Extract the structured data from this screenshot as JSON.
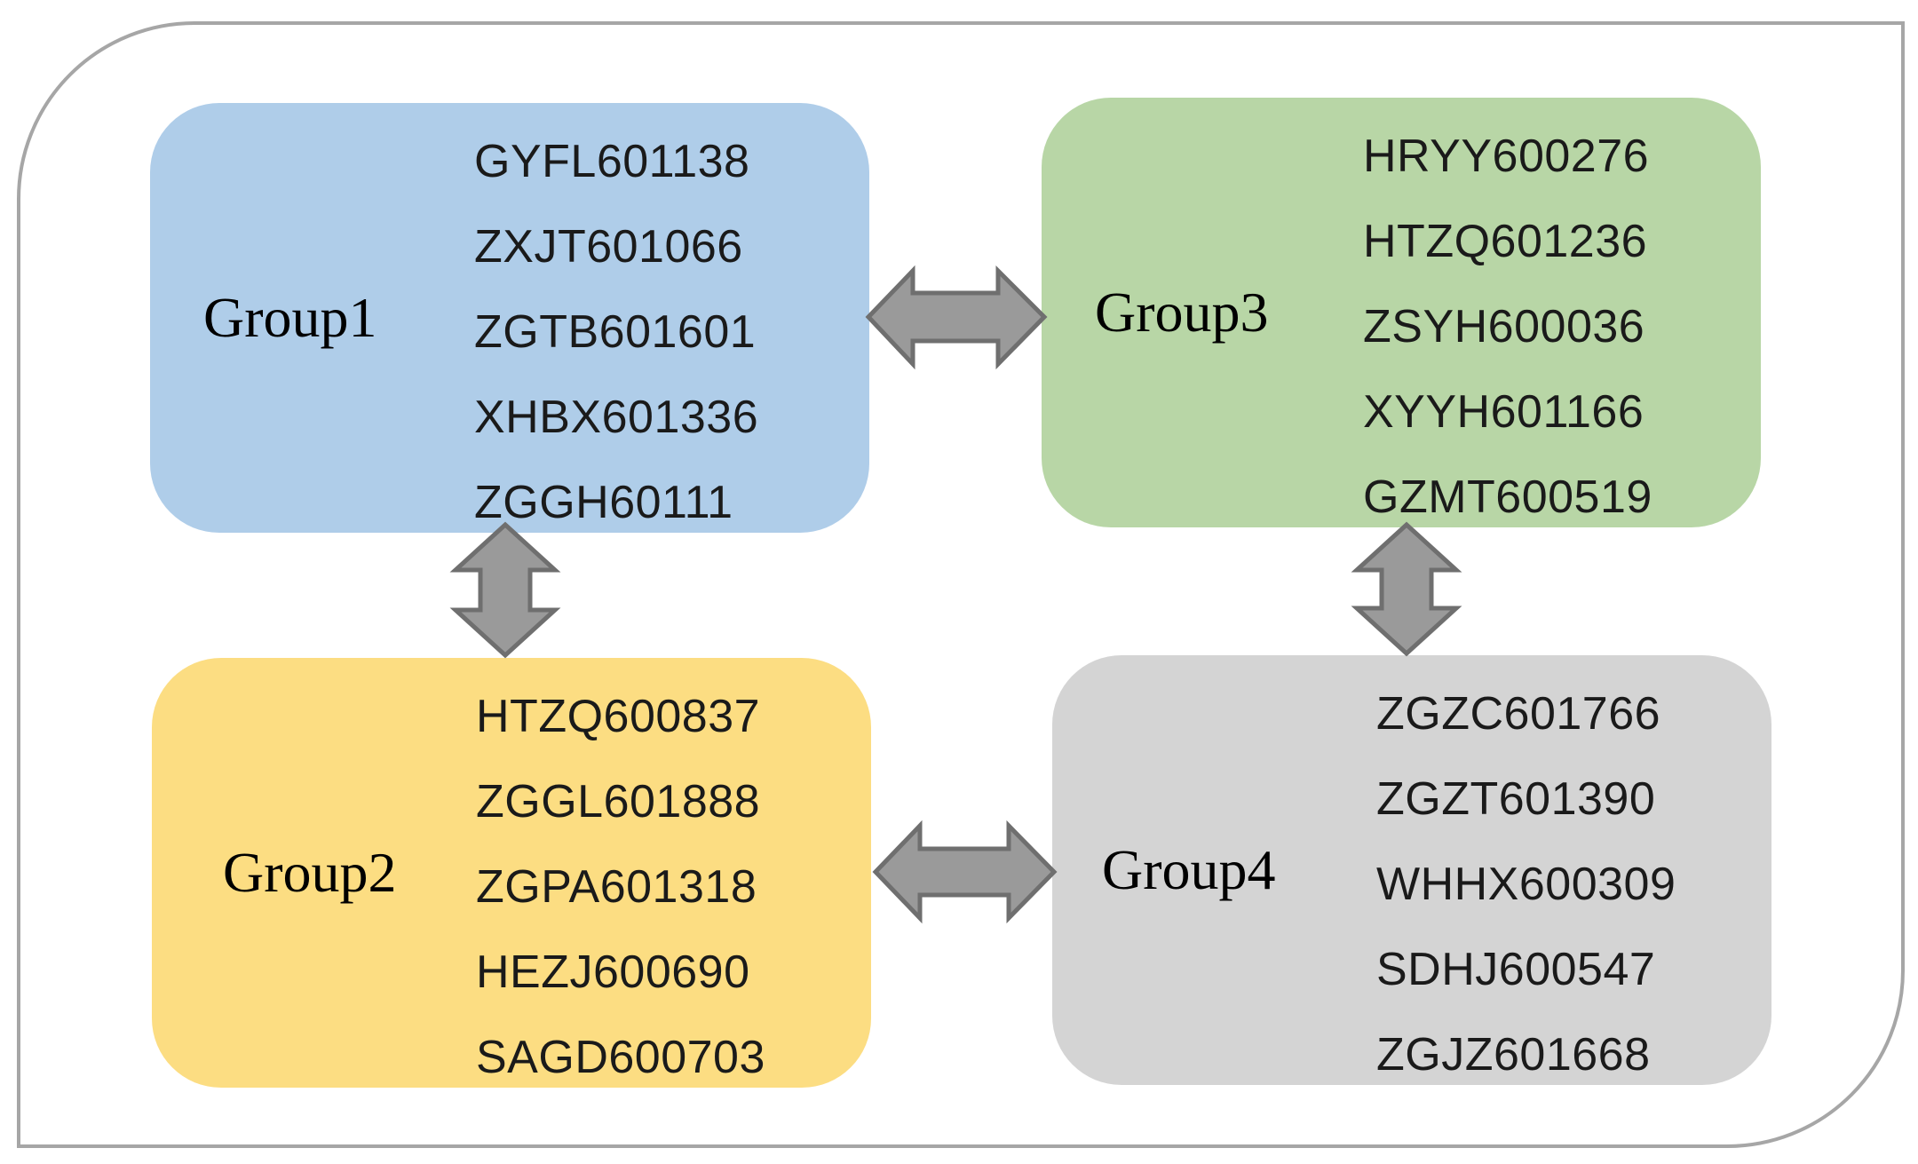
{
  "colors": {
    "frame": "#a6a6a6",
    "group1": "#afcde9",
    "group2": "#fcdd82",
    "group3": "#b8d6a6",
    "group4": "#d4d4d4",
    "arrow_fill": "#9a9a9a",
    "arrow_stroke": "#6f6f6f"
  },
  "groups": [
    {
      "label": "Group1",
      "items": [
        "GYFL601138",
        "ZXJT601066",
        "ZGTB601601",
        "XHBX601336",
        "ZGGH60111"
      ]
    },
    {
      "label": "Group2",
      "items": [
        "HTZQ600837",
        "ZGGL601888",
        "ZGPA601318",
        "HEZJ600690",
        "SAGD600703"
      ]
    },
    {
      "label": "Group3",
      "items": [
        "HRYY600276",
        "HTZQ601236",
        "ZSYH600036",
        "XYYH601166",
        "GZMT600519"
      ]
    },
    {
      "label": "Group4",
      "items": [
        "ZGZC601766",
        "ZGZT601390",
        "WHHX600309",
        "SDHJ600547",
        "ZGJZ601668"
      ]
    }
  ]
}
